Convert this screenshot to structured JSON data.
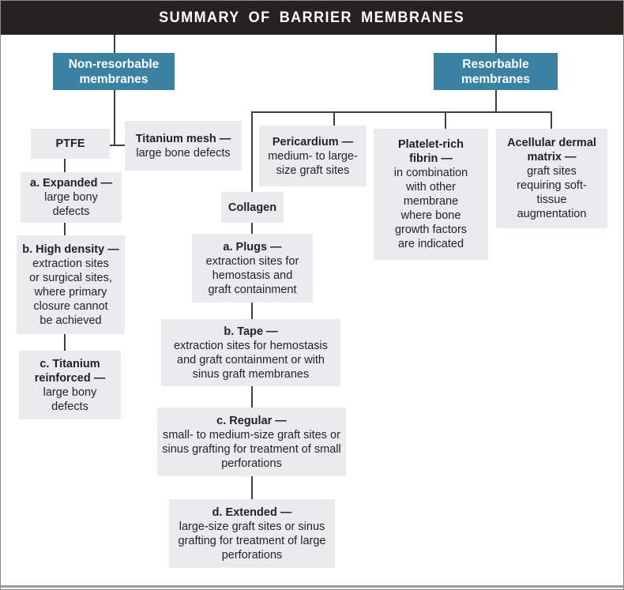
{
  "title_bar": {
    "title": "SUMMARY OF BARRIER MEMBRANES"
  },
  "colors": {
    "title_bar_bg": "#262220",
    "title_text": "#ffffff",
    "category_teal": "#3b82a2",
    "node_gray": "#e9ebec",
    "connector_line": "#3f3f3f",
    "text": "#1f2125"
  },
  "nodes": {
    "non_resorbable": {
      "label": "Non-resorbable membranes"
    },
    "resorbable": {
      "label": "Resorbable membranes"
    },
    "ptfe": {
      "heading": "PTFE"
    },
    "titanium_mesh": {
      "heading": "Titanium mesh —",
      "description": "large bone defects"
    },
    "expanded": {
      "heading": "a. Expanded —",
      "description": "large bony defects"
    },
    "high_density": {
      "heading": "b. High density —",
      "description": "extraction sites or surgical sites, where primary closure cannot be achieved"
    },
    "titanium_reinforced": {
      "heading": "c. Titanium reinforced —",
      "description": "large bony defects"
    },
    "pericardium": {
      "heading": "Pericardium —",
      "description": "medium- to large-size graft sites"
    },
    "platelet_rich_fibrin": {
      "heading": "Platelet-rich fibrin —",
      "description": "in combination with other membrane where bone growth factors are indicated"
    },
    "acellular_dermal_matrix": {
      "heading": "Acellular dermal matrix —",
      "description": "graft sites requiring soft-tissue augmentation"
    },
    "collagen": {
      "heading": "Collagen"
    },
    "plugs": {
      "heading": "a. Plugs —",
      "description": "extraction sites for hemostasis and graft containment"
    },
    "tape": {
      "heading": "b. Tape —",
      "description": "extraction sites for hemostasis and graft containment or with sinus graft membranes"
    },
    "regular": {
      "heading": "c. Regular —",
      "description": "small- to medium-size graft sites or sinus grafting for treatment of small perforations"
    },
    "extended": {
      "heading": "d. Extended —",
      "description": "large-size graft sites or sinus grafting for treatment of large perforations"
    }
  }
}
